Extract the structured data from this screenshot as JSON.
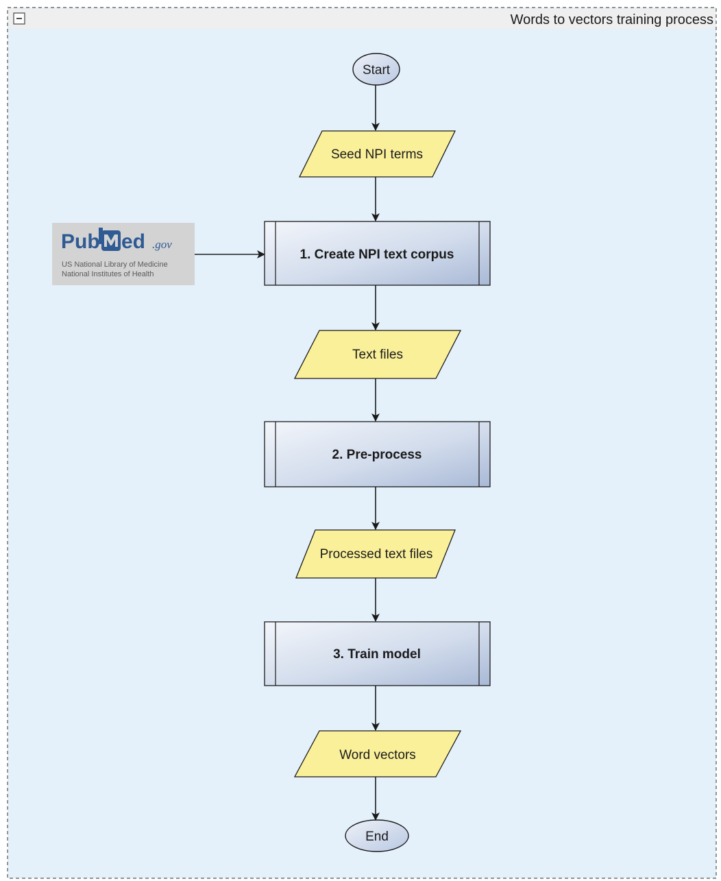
{
  "frame": {
    "title": "Words to vectors training process",
    "collapse_symbol": "−"
  },
  "nodes": {
    "start": "Start",
    "seed_terms": "Seed NPI terms",
    "step1": "1. Create NPI text corpus",
    "text_files": "Text files",
    "step2": "2. Pre-process",
    "processed_files": "Processed text files",
    "step3": "3. Train model",
    "word_vectors": "Word vectors",
    "end": "End"
  },
  "logo": {
    "brand_left": "Pub",
    "brand_right": "ed",
    "brand_suffix": ".gov",
    "line1": "US National Library of Medicine",
    "line2": "National Institutes of Health"
  },
  "colors": {
    "frame_bg": "#e4f1fb",
    "title_bar": "#efefef",
    "io_fill": "#faf09a",
    "process_fill_light": "#f1f5fb",
    "process_fill_dark": "#aebdd8",
    "terminal_fill": "#cbd7ea",
    "logo_bg": "#d3d3d3",
    "brand_blue": "#2f5a93"
  }
}
